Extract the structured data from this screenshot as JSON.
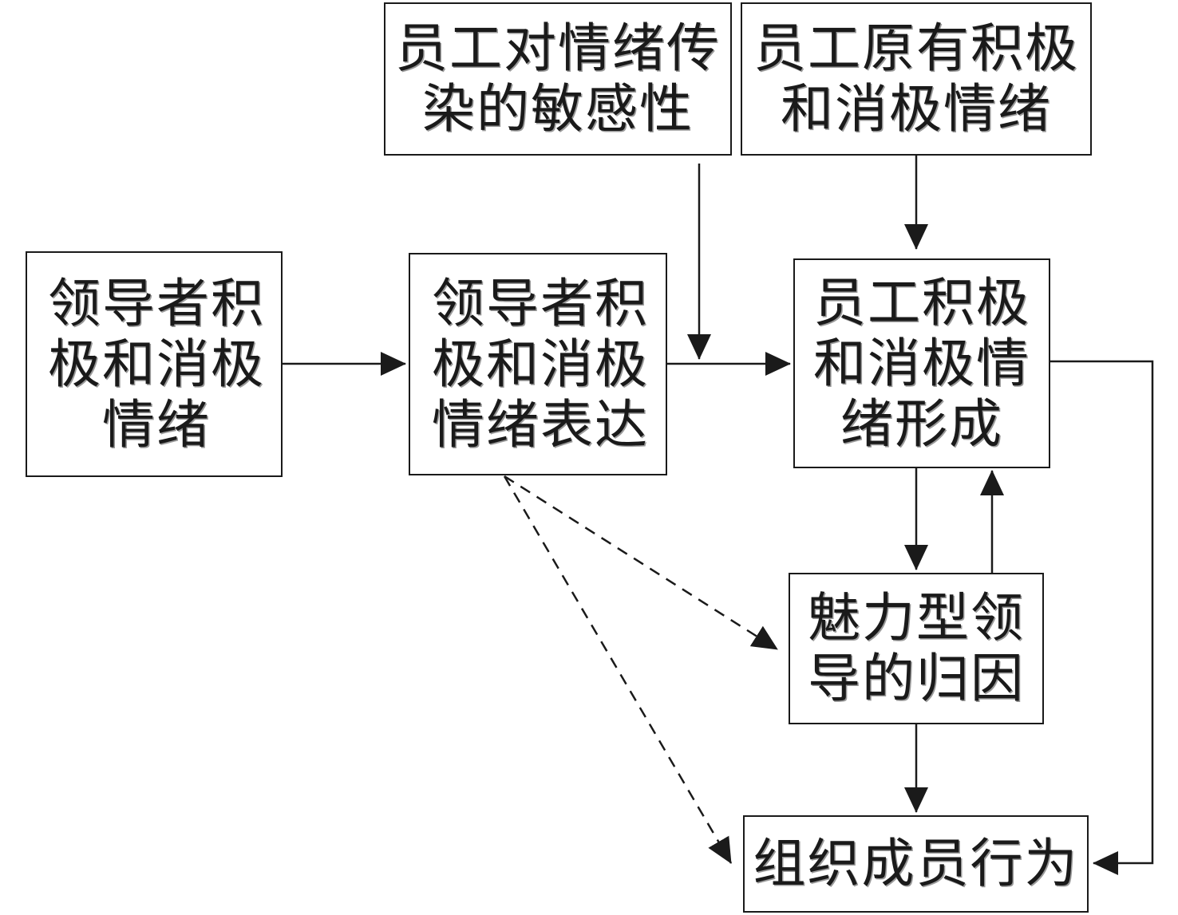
{
  "nodes": {
    "leader_emotion": {
      "lines": [
        "领导者积",
        "极和消极",
        "情绪"
      ]
    },
    "leader_expression": {
      "lines": [
        "领导者积",
        "极和消极",
        "情绪表达"
      ]
    },
    "sensitivity": {
      "lines": [
        "员工对情绪传",
        "染的敏感性"
      ]
    },
    "original_emotion": {
      "lines": [
        "员工原有积极",
        "和消极情绪"
      ]
    },
    "employee_formation": {
      "lines": [
        "员工积极",
        "和消极情",
        "绪形成"
      ]
    },
    "attribution": {
      "lines": [
        "魅力型领",
        "导的归因"
      ]
    },
    "behavior": {
      "lines": [
        "组织成员行为"
      ]
    }
  },
  "edges": [
    {
      "from": "leader_emotion",
      "to": "leader_expression",
      "style": "solid"
    },
    {
      "from": "leader_expression",
      "to": "employee_formation",
      "style": "solid"
    },
    {
      "from": "sensitivity",
      "to": "leader_expression→employee_formation",
      "style": "solid",
      "kind": "moderator"
    },
    {
      "from": "original_emotion",
      "to": "employee_formation",
      "style": "solid"
    },
    {
      "from": "employee_formation",
      "to": "attribution",
      "style": "solid"
    },
    {
      "from": "attribution",
      "to": "employee_formation",
      "style": "solid"
    },
    {
      "from": "attribution",
      "to": "behavior",
      "style": "solid"
    },
    {
      "from": "employee_formation",
      "to": "behavior",
      "style": "solid"
    },
    {
      "from": "leader_expression",
      "to": "attribution",
      "style": "dashed"
    },
    {
      "from": "leader_expression",
      "to": "behavior",
      "style": "dashed"
    }
  ],
  "colors": {
    "stroke": "#1a1a1a",
    "text": "#1a1a1a",
    "text_shadow": "#9a9a9a",
    "background": "#ffffff"
  }
}
